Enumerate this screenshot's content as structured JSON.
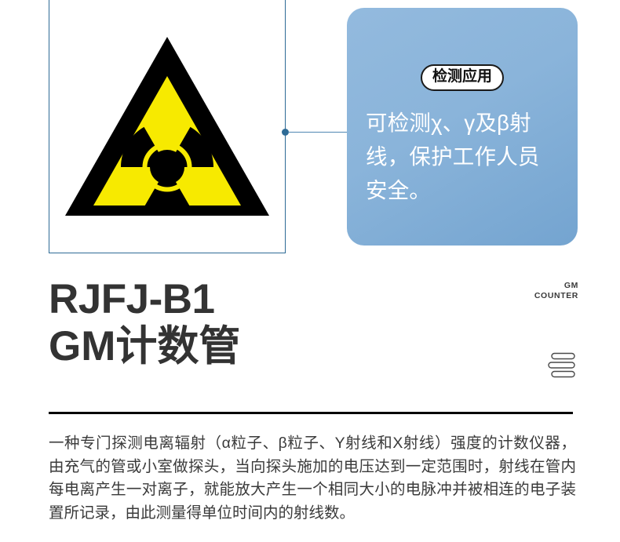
{
  "product": {
    "model_line": "RJFJ-B1",
    "name_line": "GM计数管",
    "brand_top": "GM",
    "brand_bottom": "COUNTER",
    "description": "一种专门探测电离辐射（α粒子、β粒子、Y射线和X射线）强度的计数仪器，由充气的管或小室做探头，当向探头施加的电压达到一定范围时，射线在管内每电离产生一对离子，就能放大产生一个相同大小的电脉冲并被相连的电子装置所记录，由此测量得单位时间内的射线数。"
  },
  "feature_card": {
    "badge_label": "检测应用",
    "body_text": "可检测χ、γ及β射线，保护工作人员安全。"
  },
  "hero_image": {
    "alt_label": "radiation-warning-symbol",
    "triangle_color": "#000000",
    "trefoil_fill": "#f7ea00",
    "frame_border_color": "#2e6b96"
  },
  "icons": {
    "stack_icon_name": "stacked-bars-icon",
    "connector_dot_name": "callout-anchor-dot"
  },
  "colors": {
    "card_accent": "#8ab4da",
    "card_accent_dark": "#74a4d0",
    "title_color": "#333333",
    "body_color": "#3a3a3a",
    "divider_color": "#000000",
    "hazard_yellow": "#f7ea00"
  }
}
